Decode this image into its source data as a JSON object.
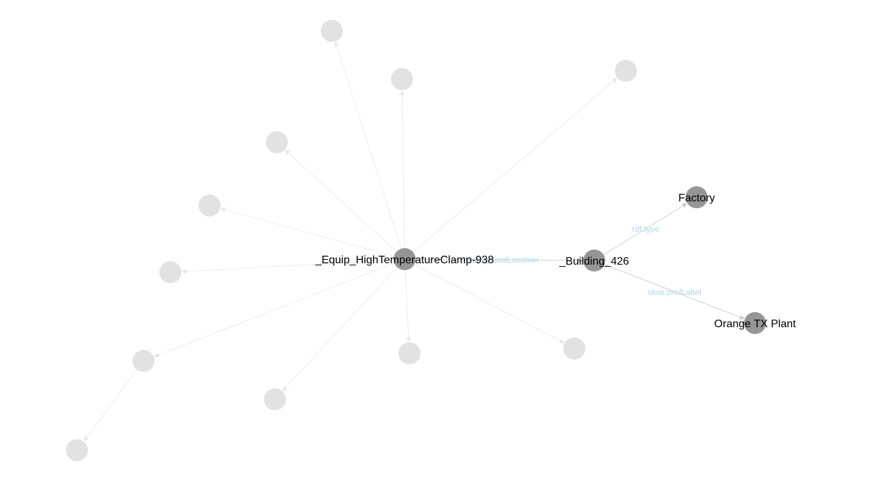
{
  "colors": {
    "node_active": "#969696",
    "node_faded": "#e2e2e2",
    "edge_faded": "#ececec",
    "edge_active": "#cfcfcf",
    "edge_label": "#add8e6",
    "background": "#ffffff"
  },
  "graph": {
    "nodes": [
      {
        "id": "equip",
        "label": "_Equip_HighTemperatureClamp-938",
        "state": "active"
      },
      {
        "id": "building",
        "label": "_Building_426",
        "state": "active"
      },
      {
        "id": "factory",
        "label": "Factory",
        "state": "active"
      },
      {
        "id": "plant",
        "label": "Orange TX Plant",
        "state": "active"
      },
      {
        "id": "f1",
        "label": "",
        "state": "faded"
      },
      {
        "id": "f2",
        "label": "",
        "state": "faded"
      },
      {
        "id": "f3",
        "label": "",
        "state": "faded"
      },
      {
        "id": "f4",
        "label": "",
        "state": "faded"
      },
      {
        "id": "f5",
        "label": "",
        "state": "faded"
      },
      {
        "id": "f6",
        "label": "",
        "state": "faded"
      },
      {
        "id": "f7",
        "label": "",
        "state": "faded"
      },
      {
        "id": "f8",
        "label": "",
        "state": "faded"
      },
      {
        "id": "f9",
        "label": "",
        "state": "faded"
      },
      {
        "id": "f10",
        "label": "",
        "state": "faded"
      },
      {
        "id": "f11",
        "label": "",
        "state": "faded"
      },
      {
        "id": "f12",
        "label": "",
        "state": "faded"
      }
    ],
    "edges": [
      {
        "from": "equip",
        "to": "building",
        "label": "hasPhysicalLocation",
        "state": "active"
      },
      {
        "from": "building",
        "to": "factory",
        "label": "rdf:type",
        "state": "active"
      },
      {
        "from": "building",
        "to": "plant",
        "label": "skos:prefLabel",
        "state": "active"
      },
      {
        "from": "equip",
        "to": "f1",
        "label": "",
        "state": "faded"
      },
      {
        "from": "equip",
        "to": "f2",
        "label": "",
        "state": "faded"
      },
      {
        "from": "equip",
        "to": "f3",
        "label": "",
        "state": "faded"
      },
      {
        "from": "equip",
        "to": "f4",
        "label": "",
        "state": "faded"
      },
      {
        "from": "equip",
        "to": "f5",
        "label": "",
        "state": "faded"
      },
      {
        "from": "equip",
        "to": "f6",
        "label": "",
        "state": "faded"
      },
      {
        "from": "equip",
        "to": "f7",
        "label": "",
        "state": "faded"
      },
      {
        "from": "equip",
        "to": "f8",
        "label": "",
        "state": "faded"
      },
      {
        "from": "equip",
        "to": "f9",
        "label": "",
        "state": "faded"
      },
      {
        "from": "equip",
        "to": "f10",
        "label": "",
        "state": "faded"
      },
      {
        "from": "equip",
        "to": "f11",
        "label": "",
        "state": "faded"
      },
      {
        "from": "f9",
        "to": "f12",
        "label": "",
        "state": "faded"
      }
    ]
  }
}
